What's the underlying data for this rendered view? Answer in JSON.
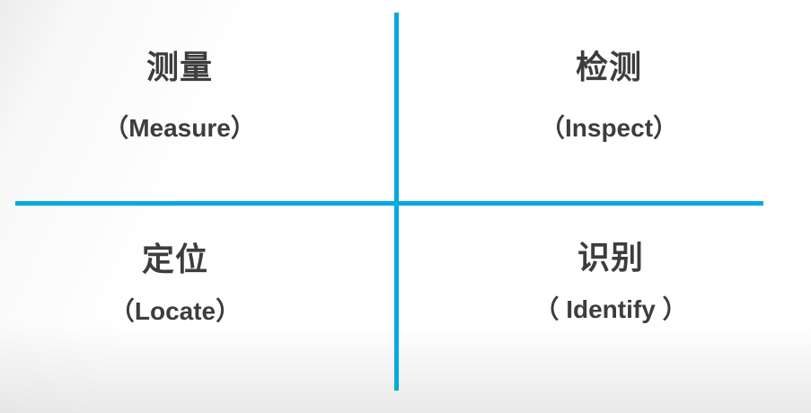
{
  "diagram": {
    "title_semantic": "machine-vision application quadrant diagram",
    "axis_color": "#00ABDB",
    "text_color": "#3D3D3D",
    "quadrants": {
      "top_left": {
        "zh": "测量",
        "en": "（Measure）"
      },
      "top_right": {
        "zh": "检测",
        "en": "（Inspect）"
      },
      "bottom_left": {
        "zh": "定位",
        "en": "（Locate）"
      },
      "bottom_right": {
        "zh": "识别",
        "en": "（ Identify ）"
      }
    }
  }
}
